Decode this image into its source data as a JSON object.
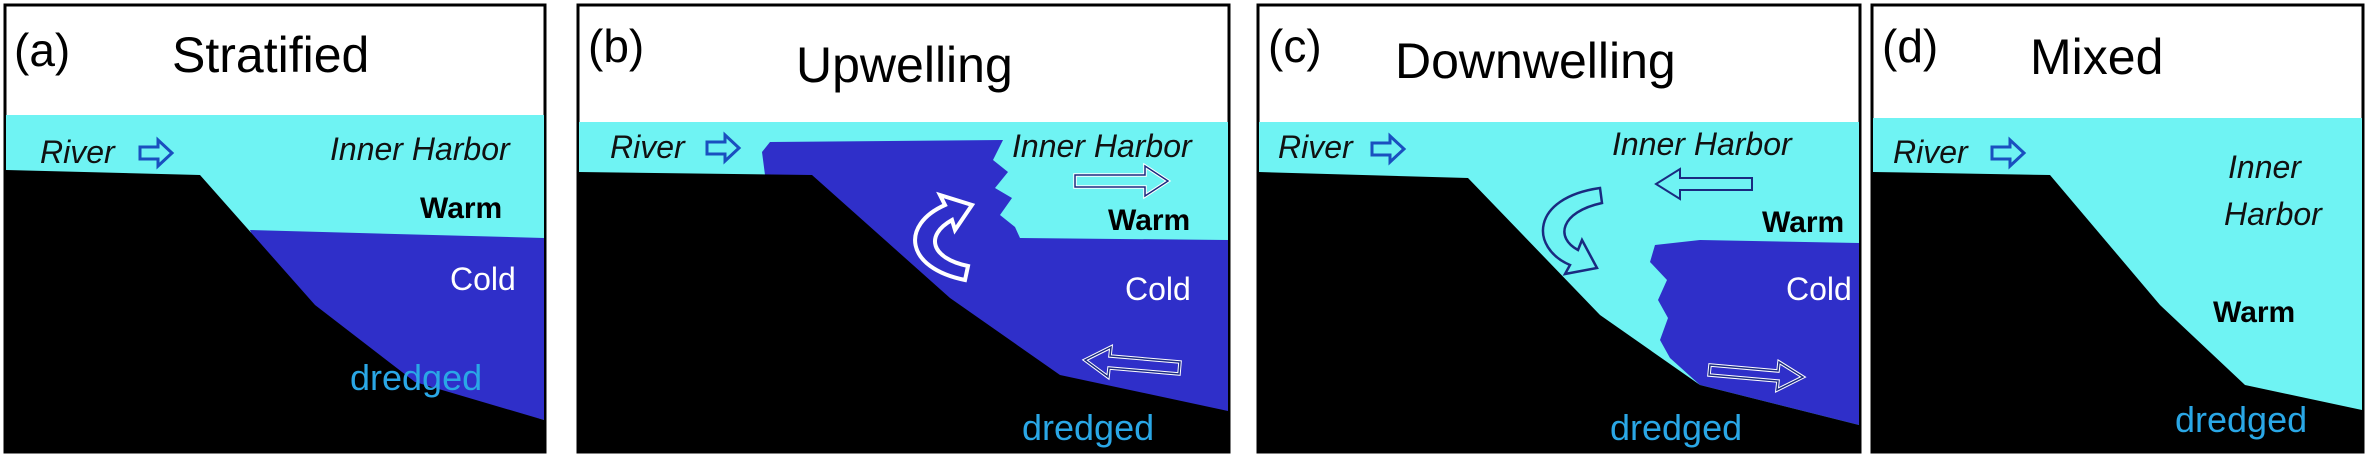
{
  "colors": {
    "warm_water": "#6ff3f3",
    "cold_water": "#2f2fc9",
    "seabed": "#000000",
    "dredged_text": "#2aa7e6",
    "panel_border": "#000000"
  },
  "panels": [
    {
      "tag": "(a)",
      "title": "Stratified",
      "river": "River",
      "harbor": "Inner Harbor",
      "warm": "Warm",
      "cold": "Cold",
      "dredged": "dredged"
    },
    {
      "tag": "(b)",
      "title": "Upwelling",
      "river": "River",
      "harbor": "Inner Harbor",
      "warm": "Warm",
      "cold": "Cold",
      "dredged": "dredged"
    },
    {
      "tag": "(c)",
      "title": "Downwelling",
      "river": "River",
      "harbor": "Inner Harbor",
      "warm": "Warm",
      "cold": "Cold",
      "dredged": "dredged"
    },
    {
      "tag": "(d)",
      "title": "Mixed",
      "river": "River",
      "harbor_line1": "Inner",
      "harbor_line2": "Harbor",
      "warm": "Warm",
      "dredged": "dredged"
    }
  ],
  "icons": {
    "river_arrow": "right-arrow-icon",
    "flow_right": "flow-right-arrow-icon",
    "flow_left": "flow-left-arrow-icon",
    "circulation": "curved-circulation-arrow-icon"
  }
}
